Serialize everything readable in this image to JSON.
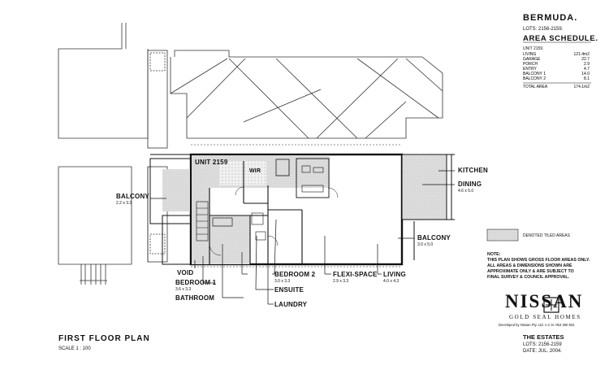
{
  "header": {
    "title": "BERMUDA.",
    "lots": "LOTS: 2156-2159."
  },
  "schedule": {
    "title": "AREA SCHEDULE.",
    "unit": "UNIT 2159.",
    "rows": [
      {
        "label": "LIVING",
        "value": "121.4m2"
      },
      {
        "label": "GARAGE",
        "value": "22.7"
      },
      {
        "label": "PORCH",
        "value": "2.9"
      },
      {
        "label": "ENTRY",
        "value": "4.7"
      },
      {
        "label": "BALCONY 1",
        "value": "14.0"
      },
      {
        "label": "BALCONY 2",
        "value": "8.1"
      }
    ],
    "total_label": "TOTAL AREA",
    "total_value": "174.1m2"
  },
  "legend": {
    "label": "DENOTED TILED AREAS"
  },
  "notes": {
    "title": "NOTE:",
    "lines": [
      "THIS PLAN SHOWS GROSS FLOOR AREAS ONLY.",
      "ALL AREAS & DIMENSIONS SHOWN ARE",
      "APPROXIMATE ONLY & ARE SUBJECT TO",
      "FINAL SURVEY & COUNCIL APPROVAL."
    ]
  },
  "logo": {
    "word": "NISSAN",
    "tagline": "GOLD SEAL HOMES",
    "developer": "Developed by Nissan Pty. Ltd. A.C.N. 053 350 922"
  },
  "plan_footer": {
    "title": "FIRST FLOOR PLAN",
    "scale": "SCALE 1 : 100"
  },
  "estate": {
    "title": "THE ESTATES",
    "lots": "LOTS: 2156-2159",
    "date": "DATE: JUL. 2004."
  },
  "rooms": {
    "unit": "UNIT 2159",
    "wir": "WIR",
    "kitchen": "KITCHEN",
    "dining": "DINING",
    "dining_dim": "4.6 x 5.0",
    "balcony_left": "BALCONY",
    "balcony_left_dim": "2.2 x 3.3",
    "balcony_right": "BALCONY",
    "balcony_right_dim": "3.0 x 5.0",
    "void": "VOID",
    "bedroom1": "BEDROOM 1",
    "bedroom1_dim": "3.6 x 3.3",
    "bathroom": "BATHROOM",
    "bedroom2": "BEDROOM 2",
    "bedroom2_dim": "3.0 x 3.3",
    "ensuite": "ENSUITE",
    "laundry": "LAUNDRY",
    "flexi": "FLEXI-SPACE",
    "flexi_dim": "2.9 x 3.3",
    "living": "LIVING",
    "living_dim": "4.0 x 4.3"
  }
}
